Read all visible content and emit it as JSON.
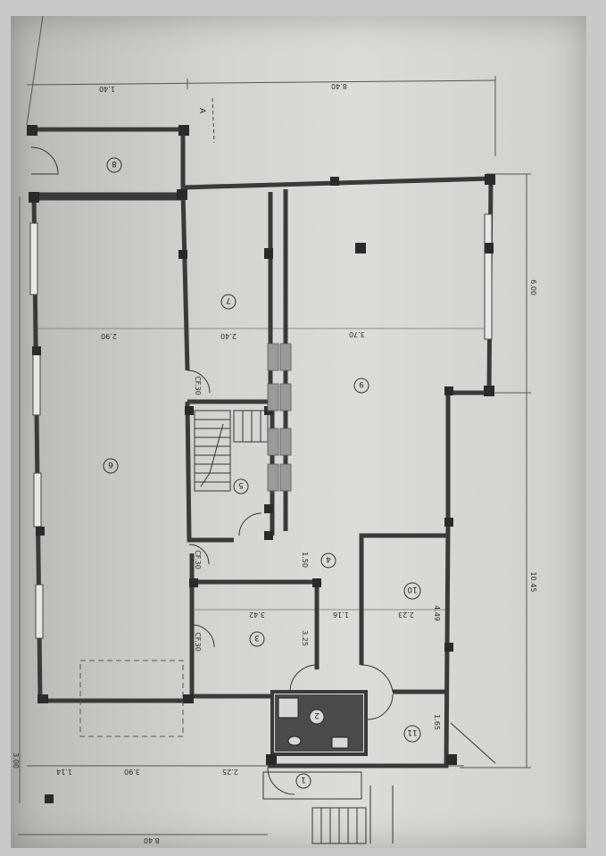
{
  "rooms": [
    {
      "id": "r1",
      "label": "1"
    },
    {
      "id": "r2",
      "label": "2"
    },
    {
      "id": "r3",
      "label": "3"
    },
    {
      "id": "r4",
      "label": "4"
    },
    {
      "id": "r5",
      "label": "5"
    },
    {
      "id": "r6",
      "label": "6"
    },
    {
      "id": "r7",
      "label": "7"
    },
    {
      "id": "r8",
      "label": "8"
    },
    {
      "id": "r9",
      "label": "9"
    },
    {
      "id": "r10",
      "label": "10"
    },
    {
      "id": "r11",
      "label": "11"
    }
  ],
  "dimensions": {
    "top_left": "1.40",
    "top_right": "8.40",
    "room6_width": "2.90",
    "room7_width": "2.40",
    "room9_width": "3.70",
    "right_upper": "6.00",
    "right_lower": "10.45",
    "room3_width": "3.42",
    "hall_width": "1.16",
    "room10_width": "2.23",
    "room3_height": "3.25",
    "hall_height": "1.50",
    "room10_height": "4.49",
    "room11_height": "1.65",
    "bottom_a": "1.14",
    "bottom_b": "3.90",
    "bottom_c": "2.25",
    "bottom_total": "8.40",
    "left_edge": "3.00"
  },
  "door_codes": {
    "d1": "CF.30",
    "d2": "CF.30",
    "d3": "CF.30"
  },
  "section_marker": "A"
}
